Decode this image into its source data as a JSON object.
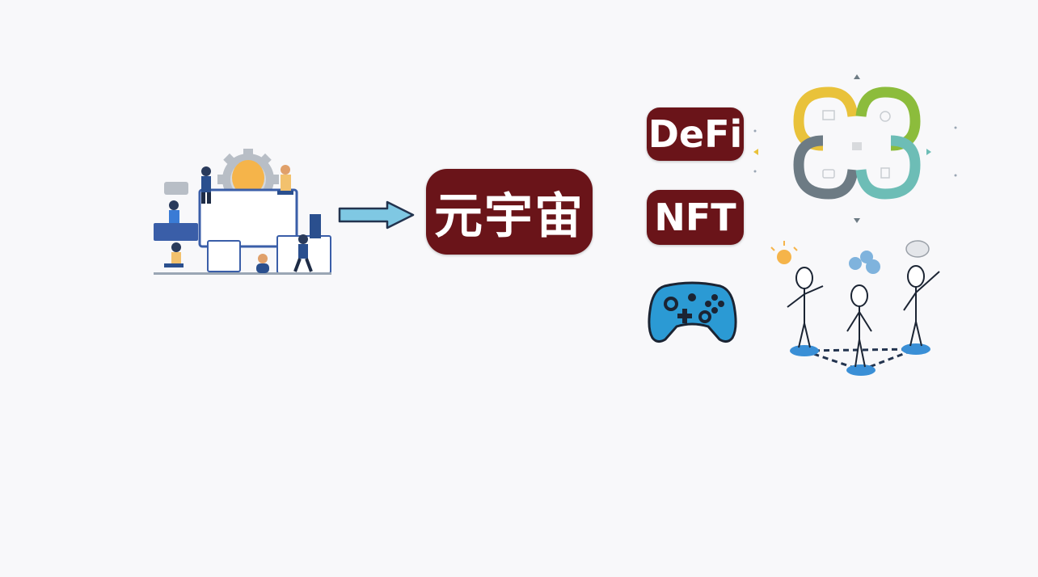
{
  "center_label": "元宇宙",
  "items": [
    {
      "label": "DeFi"
    },
    {
      "label": "NFT"
    },
    {
      "icon": "gamepad-icon"
    }
  ],
  "icons": {
    "left": "team-innovation-illustration",
    "arrow": "arrow-right-icon",
    "right_top": "four-quadrant-flower-diagram",
    "right_bottom": "connected-stick-figures-illustration"
  },
  "colors": {
    "pill": "#6a1419",
    "arrow": "#7fc8e3",
    "gamepad": "#2b9ad4",
    "quadrant_yellow": "#e9c23a",
    "quadrant_green": "#8cbc3c",
    "quadrant_gray": "#6d7b84",
    "quadrant_teal": "#6dbdb6"
  }
}
